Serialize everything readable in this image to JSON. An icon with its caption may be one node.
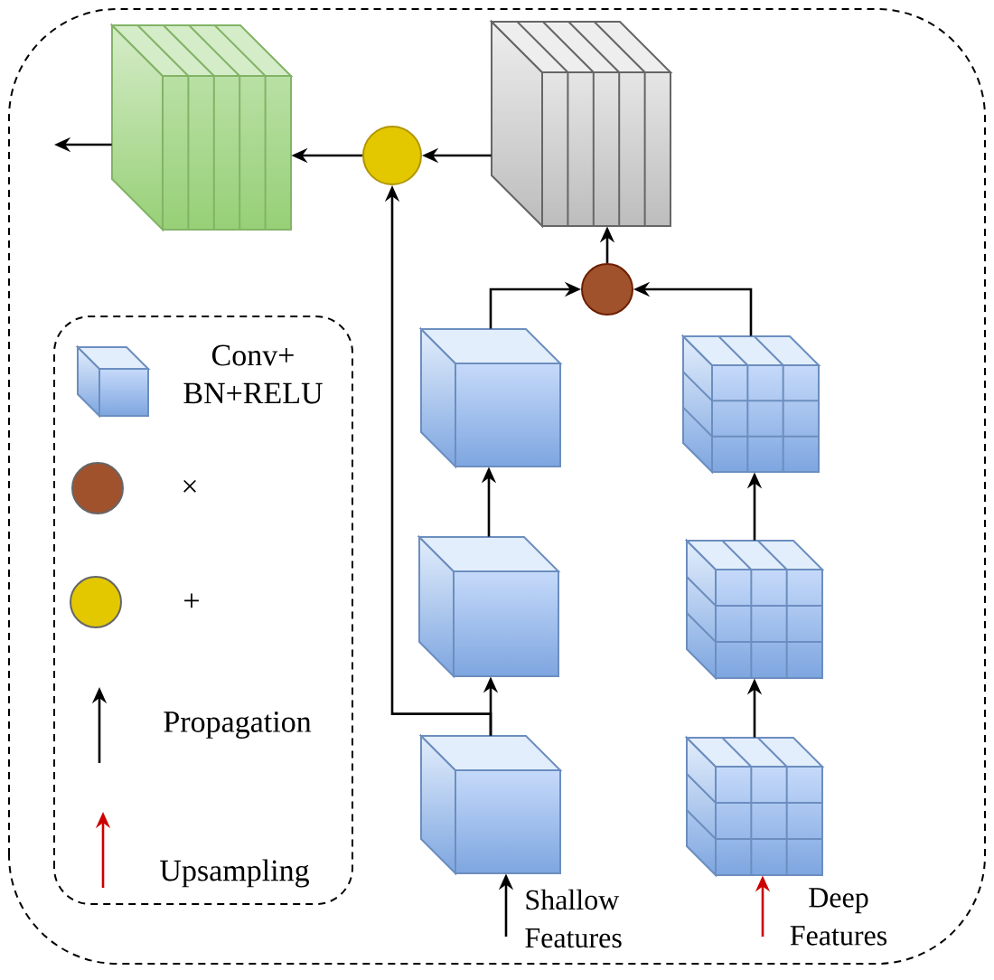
{
  "diagram": {
    "nodes": [
      {
        "text": [],
        "shape": "cube"
      },
      {
        "text": [],
        "shape": "circle"
      },
      {
        "text": [],
        "shape": "cube"
      },
      {
        "text": [],
        "shape": "circle"
      },
      {
        "text": [],
        "shape": "cube"
      },
      {
        "text": [],
        "shape": "cube"
      },
      {
        "text": [],
        "shape": "cube"
      },
      {
        "text": [],
        "shape": "cube"
      },
      {
        "text": [],
        "shape": "cube"
      },
      {
        "text": [],
        "shape": "cube"
      }
    ],
    "edges": [
      {
        "from": 0,
        "to": null,
        "arrow": "to"
      },
      {
        "from": 1,
        "to": 0,
        "arrow": "to"
      },
      {
        "from": 2,
        "to": 1,
        "arrow": "to"
      },
      {
        "from": 3,
        "to": 2,
        "arrow": "to"
      },
      {
        "from": 4,
        "to": 3,
        "arrow": "to"
      },
      {
        "from": 7,
        "to": 3,
        "arrow": "to"
      },
      {
        "from": 5,
        "to": 4,
        "arrow": "to"
      },
      {
        "from": 6,
        "to": 5,
        "arrow": "to"
      },
      {
        "from": 6,
        "to": 1,
        "arrow": "to"
      },
      {
        "from": 8,
        "to": 7,
        "arrow": "to"
      },
      {
        "from": 9,
        "to": 8,
        "arrow": "to"
      },
      {
        "from": null,
        "to": 6,
        "arrow": "to"
      },
      {
        "from": null,
        "to": 9,
        "arrow": "to",
        "color": "#cc0000"
      }
    ],
    "labels": [
      "Shallow Features",
      "Deep Features"
    ],
    "legend": [
      {
        "text": "Conv+ BN+RELU"
      },
      {
        "text": "×",
        "color": "#a0522d"
      },
      {
        "text": "+",
        "color": "#e3c800"
      },
      {
        "text": "Propagation"
      },
      {
        "text": "Upsampling"
      }
    ]
  }
}
